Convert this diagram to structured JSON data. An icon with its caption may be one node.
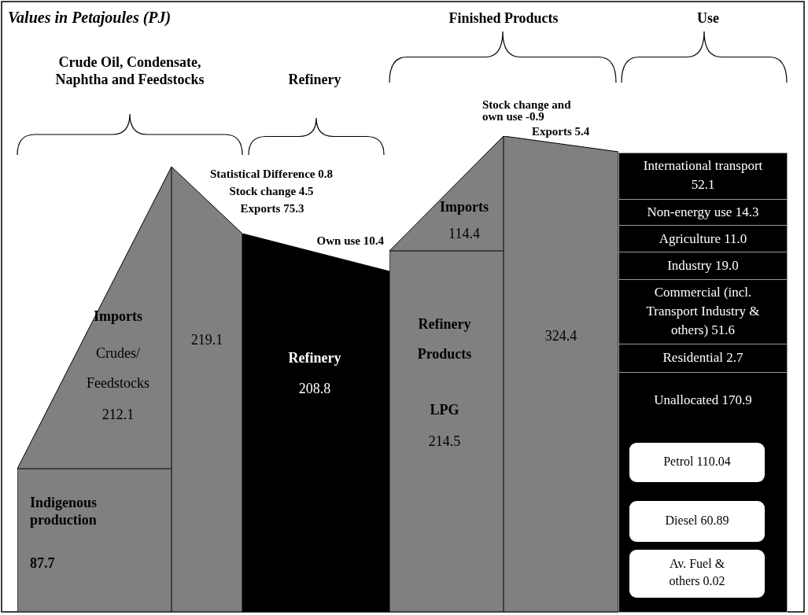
{
  "diagram": {
    "nodes": [
      {
        "text": [
          "Indigenous production",
          "87.7"
        ]
      },
      {
        "text": [
          "Imports",
          "Crudes/ Feedstocks",
          "212.1"
        ]
      },
      {
        "text": [
          "219.1"
        ]
      },
      {
        "text": [
          "Refinery",
          "208.8"
        ]
      },
      {
        "text": [
          "Refinery Products",
          "LPG",
          "214.5"
        ]
      },
      {
        "text": [
          "Imports",
          "114.4"
        ]
      },
      {
        "text": [
          "324.4"
        ]
      },
      {
        "text": [
          "International transport 52.1"
        ]
      },
      {
        "text": [
          "Non-energy use 14.3"
        ]
      },
      {
        "text": [
          "Agriculture 11.0"
        ]
      },
      {
        "text": [
          "Industry 19.0"
        ]
      },
      {
        "text": [
          "Commercial (incl. Transport Industry & others) 51.6"
        ]
      },
      {
        "text": [
          "Residential 2.7"
        ]
      },
      {
        "text": [
          "Unallocated 170.9"
        ]
      },
      {
        "text": [
          "Petrol 110.04"
        ],
        "in": 13
      },
      {
        "text": [
          "Diesel 60.89"
        ],
        "in": 13
      },
      {
        "text": [
          "Av. Fuel & others 0.02"
        ],
        "in": 13
      }
    ],
    "labels": [
      "Values in Petajoules (PJ)",
      "Finished Products",
      "Use",
      "Crude Oil, Condensate, Naphtha and Feedstocks",
      "Refinery",
      "Stock change and own use -0.9",
      "Exports 5.4",
      "Statistical Difference 0.8",
      "Stock change 4.5",
      "Exports 75.3",
      "Own use 10.4"
    ]
  }
}
